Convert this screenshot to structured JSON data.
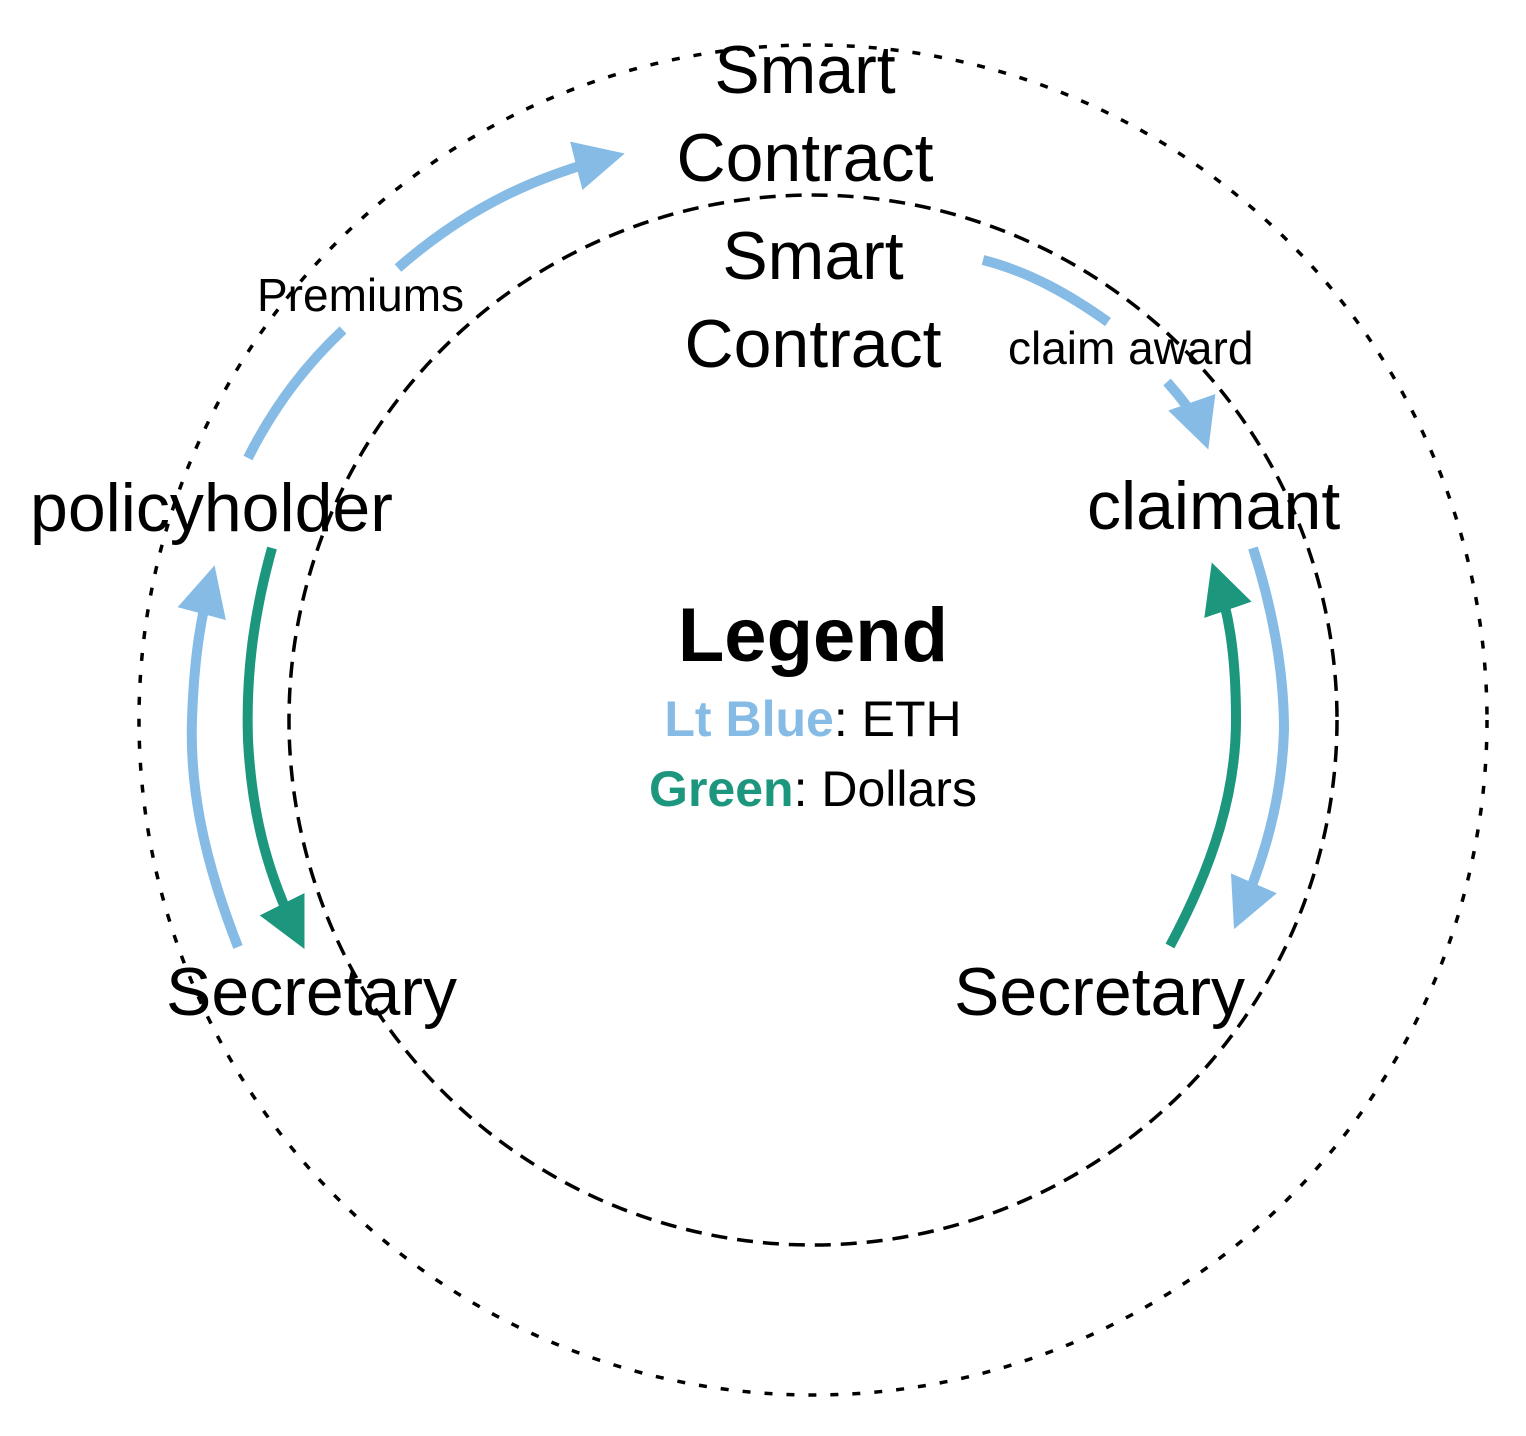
{
  "colors": {
    "eth": "#85BBE5",
    "dollars": "#1C977D",
    "ring": "#000000"
  },
  "nodes": {
    "outer_smart_contract": [
      "Smart",
      "Contract"
    ],
    "inner_smart_contract": [
      "Smart",
      "Contract"
    ],
    "policyholder": "policyholder",
    "claimant": "claimant",
    "secretary_left": "Secretary",
    "secretary_right": "Secretary"
  },
  "edge_labels": {
    "premiums": "Premiums",
    "claim_award": "claim award"
  },
  "edges": [
    {
      "from": "policyholder",
      "to": "outer_smart_contract",
      "currency": "eth",
      "label": "Premiums"
    },
    {
      "from": "inner_smart_contract",
      "to": "claimant",
      "currency": "eth",
      "label": "claim award"
    },
    {
      "from": "secretary_left",
      "to": "policyholder",
      "currency": "eth"
    },
    {
      "from": "policyholder",
      "to": "secretary_left",
      "currency": "dollars"
    },
    {
      "from": "claimant",
      "to": "secretary_right",
      "currency": "eth"
    },
    {
      "from": "secretary_right",
      "to": "claimant",
      "currency": "dollars"
    }
  ],
  "legend": {
    "title": "Legend",
    "items": [
      {
        "key": "Lt Blue",
        "sep": ": ",
        "value": "ETH"
      },
      {
        "key": "Green",
        "sep": ": ",
        "value": "Dollars"
      }
    ]
  }
}
